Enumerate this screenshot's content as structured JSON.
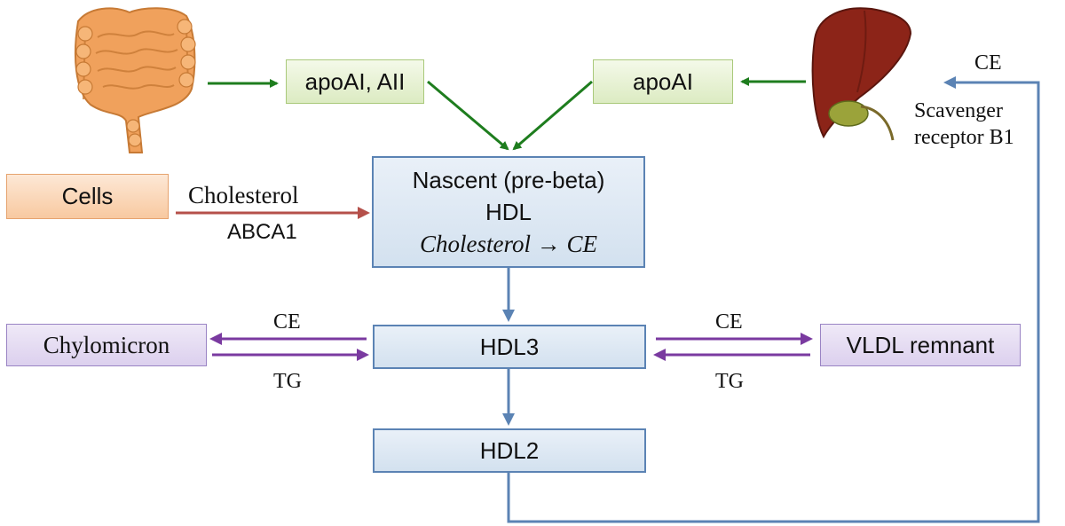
{
  "boxes": {
    "apo_ai_aii": "apoAI, AII",
    "apo_ai": "apoAI",
    "nascent_line1": "Nascent (pre-beta)",
    "nascent_line2": "HDL",
    "nascent_line3": "Cholesterol → CE",
    "cells": "Cells",
    "hdl3": "HDL3",
    "hdl2": "HDL2",
    "chylomicron": "Chylomicron",
    "vldl_remnant": "VLDL remnant"
  },
  "labels": {
    "cholesterol": "Cholesterol",
    "abca1": "ABCA1",
    "ce_left": "CE",
    "tg_left": "TG",
    "ce_right": "CE",
    "tg_right": "TG",
    "ce_liver": "CE",
    "scavenger_line1": "Scavenger",
    "scavenger_line2": "receptor B1"
  },
  "colors": {
    "green_arrow": "#1e7d1e",
    "blue_arrow": "#5b83b4",
    "red_arrow": "#b5504a",
    "purple_arrow": "#7a3aa0"
  },
  "icons": [
    "intestine-icon",
    "liver-icon"
  ]
}
